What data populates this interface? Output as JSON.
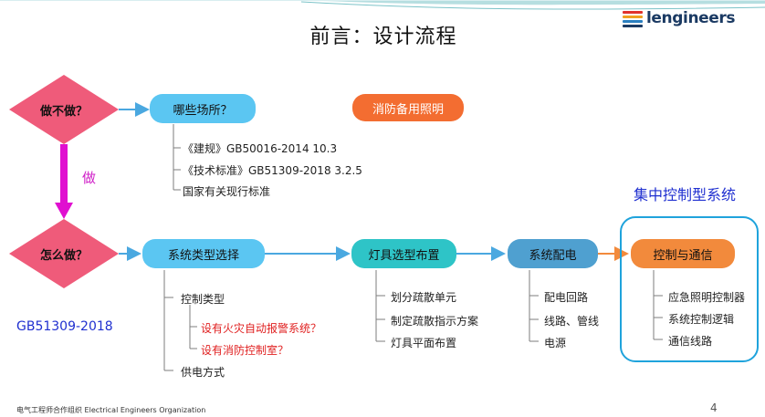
{
  "title": "前言：设计流程",
  "logo": {
    "text": "lengineers",
    "icon": "engineers-logo-stripes-icon"
  },
  "top_row": {
    "decision": "做不做？",
    "question_box": "哪些场所？",
    "items": [
      "《建规》GB50016-2014 10.3",
      "《技术标准》GB51309-2018 3.2.5",
      "国家有关现行标准"
    ],
    "note_box": "消防备用照明"
  },
  "arrow_label": "做",
  "bottom_row": {
    "decision": "怎么做？",
    "standard_label": "GB51309-2018",
    "group_title": "集中控制型系统",
    "stages": [
      {
        "label": "系统类型选择",
        "items": [
          "控制类型",
          "供电方式"
        ],
        "sub_items": [
          "设有火灾自动报警系统？",
          "设有消防控制室？"
        ]
      },
      {
        "label": "灯具选型布置",
        "items": [
          "划分疏散单元",
          "制定疏散指示方案",
          "灯具平面布置"
        ]
      },
      {
        "label": "系统配电",
        "items": [
          "配电回路",
          "线路、管线",
          "电源"
        ]
      },
      {
        "label": "控制与通信",
        "items": [
          "应急照明控制器",
          "系统控制逻辑",
          "通信线路"
        ]
      }
    ]
  },
  "footer": {
    "organization": "电气工程师合作组织 Electrical Engineers Organization",
    "page": "4"
  },
  "colors": {
    "diamond": "#ef5b7a",
    "arrow_magenta": "#e010d0",
    "pill_blue": "#5bc6f2",
    "pill_teal": "#2ec4c7",
    "pill_steel": "#4fa0d0",
    "pill_orange": "#f28a3c",
    "note_orange": "#f36d31",
    "connector": "#4aa8e0",
    "group_border": "#1fa3dc",
    "red_text": "#e02020",
    "blue_text": "#2030d0"
  }
}
